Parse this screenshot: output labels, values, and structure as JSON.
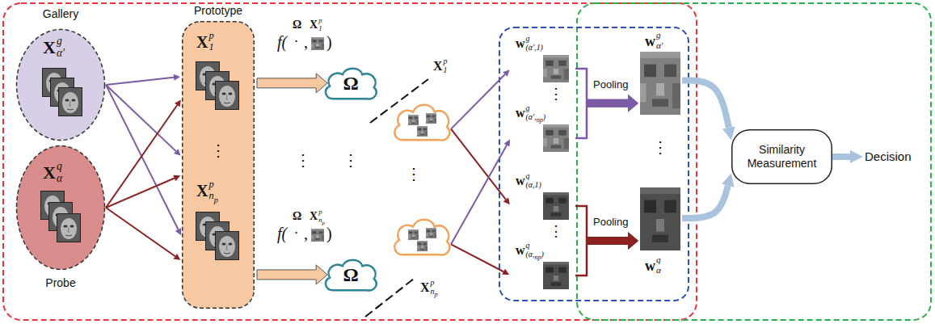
{
  "diagram": {
    "nodes": [
      {
        "text": [
          "Gallery",
          "X",
          "g",
          "α'"
        ]
      },
      {
        "text": [
          "X",
          "q",
          "α",
          "Probe"
        ]
      },
      {
        "text": [
          "Prototype",
          "⋮"
        ]
      },
      {
        "text": [
          "X",
          "p",
          "1"
        ],
        "in": 2
      },
      {
        "text": [
          "X",
          "p",
          "n",
          "p"
        ],
        "in": 2
      },
      {
        "text": [
          "Ω"
        ]
      },
      {
        "text": [
          "Ω"
        ]
      },
      {
        "text": [
          "X",
          "p",
          "1"
        ]
      },
      {
        "text": [
          "X",
          "p",
          "n",
          "p"
        ]
      },
      {
        "text": [
          "w",
          "g",
          "(α',1)"
        ]
      },
      {
        "text": [
          "w",
          "g",
          "(α',",
          "n",
          "p",
          ")"
        ]
      },
      {
        "text": [
          "w",
          "q",
          "(α,1)"
        ]
      },
      {
        "text": [
          "w",
          "q",
          "(α,",
          "n",
          "p",
          ")"
        ]
      },
      {
        "text": [
          "w",
          "g",
          "α'"
        ]
      },
      {
        "text": [
          "w",
          "q",
          "α"
        ]
      },
      {
        "text": [
          "Similarity Measurement"
        ]
      },
      {
        "text": [
          "Decision"
        ]
      }
    ],
    "edges": [
      {
        "from": 0,
        "to": 3,
        "arrow": "to"
      },
      {
        "from": 0,
        "to": 2,
        "arrow": "to"
      },
      {
        "from": 0,
        "to": 4,
        "arrow": "to"
      },
      {
        "from": 1,
        "to": 3,
        "arrow": "to"
      },
      {
        "from": 1,
        "to": 2,
        "arrow": "to"
      },
      {
        "from": 1,
        "to": 4,
        "arrow": "to"
      },
      {
        "from": 3,
        "to": 5,
        "arrow": "to"
      },
      {
        "from": 4,
        "to": 6,
        "arrow": "to"
      },
      {
        "from": 7,
        "to": 9,
        "arrow": "to"
      },
      {
        "from": 7,
        "to": 11,
        "arrow": "to"
      },
      {
        "from": 8,
        "to": 10,
        "arrow": "to"
      },
      {
        "from": 8,
        "to": 12,
        "arrow": "to"
      },
      {
        "from": 9,
        "to": 13,
        "arrow": "to"
      },
      {
        "from": 10,
        "to": 13,
        "arrow": "to"
      },
      {
        "from": 11,
        "to": 14,
        "arrow": "to"
      },
      {
        "from": 12,
        "to": 14,
        "arrow": "to"
      },
      {
        "from": 13,
        "to": 15,
        "arrow": "to"
      },
      {
        "from": 14,
        "to": 15,
        "arrow": "to"
      },
      {
        "from": 15,
        "to": 16,
        "arrow": "to"
      }
    ],
    "labels": [
      "f(",
      "Ω",
      "X",
      "p",
      "1",
      "•",
      ",",
      ")",
      "f(",
      "Ω",
      "X",
      "p",
      "n",
      "p",
      "•",
      ",",
      ")",
      "⋮",
      "⋮",
      "⋮",
      "⋮",
      "⋮",
      "⋮",
      "Pooling",
      "Pooling"
    ]
  }
}
